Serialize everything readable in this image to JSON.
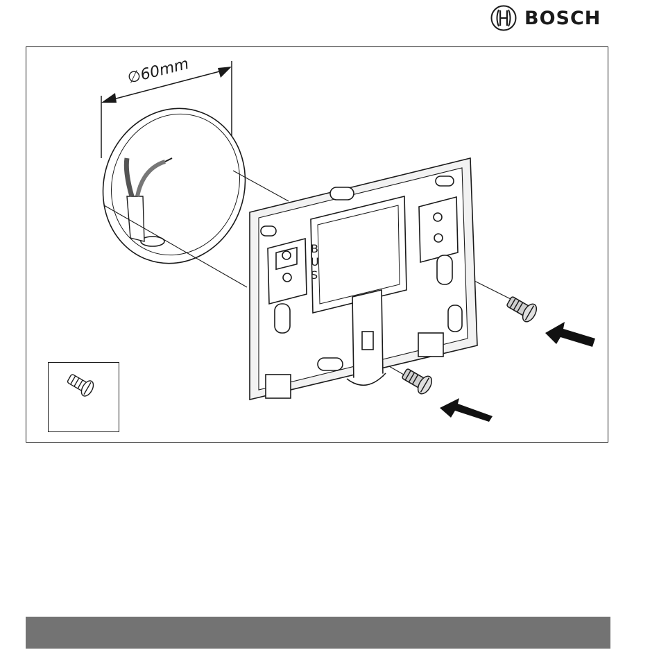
{
  "brand": {
    "name": "BOSCH",
    "logo_icon": "bosch-armature-icon"
  },
  "figure": {
    "dimension_label": "∅60mm",
    "terminal_label": [
      "B",
      "U",
      "S"
    ],
    "icons": [
      "cable-icon",
      "mounting-plate-icon",
      "screw-icon",
      "insert-arrow-icon"
    ]
  },
  "colors": {
    "ink": "#1a1a1a",
    "footer_bar": "#737373",
    "plate_fill": "#f2f2f2",
    "arrow_fill": "#111111"
  }
}
